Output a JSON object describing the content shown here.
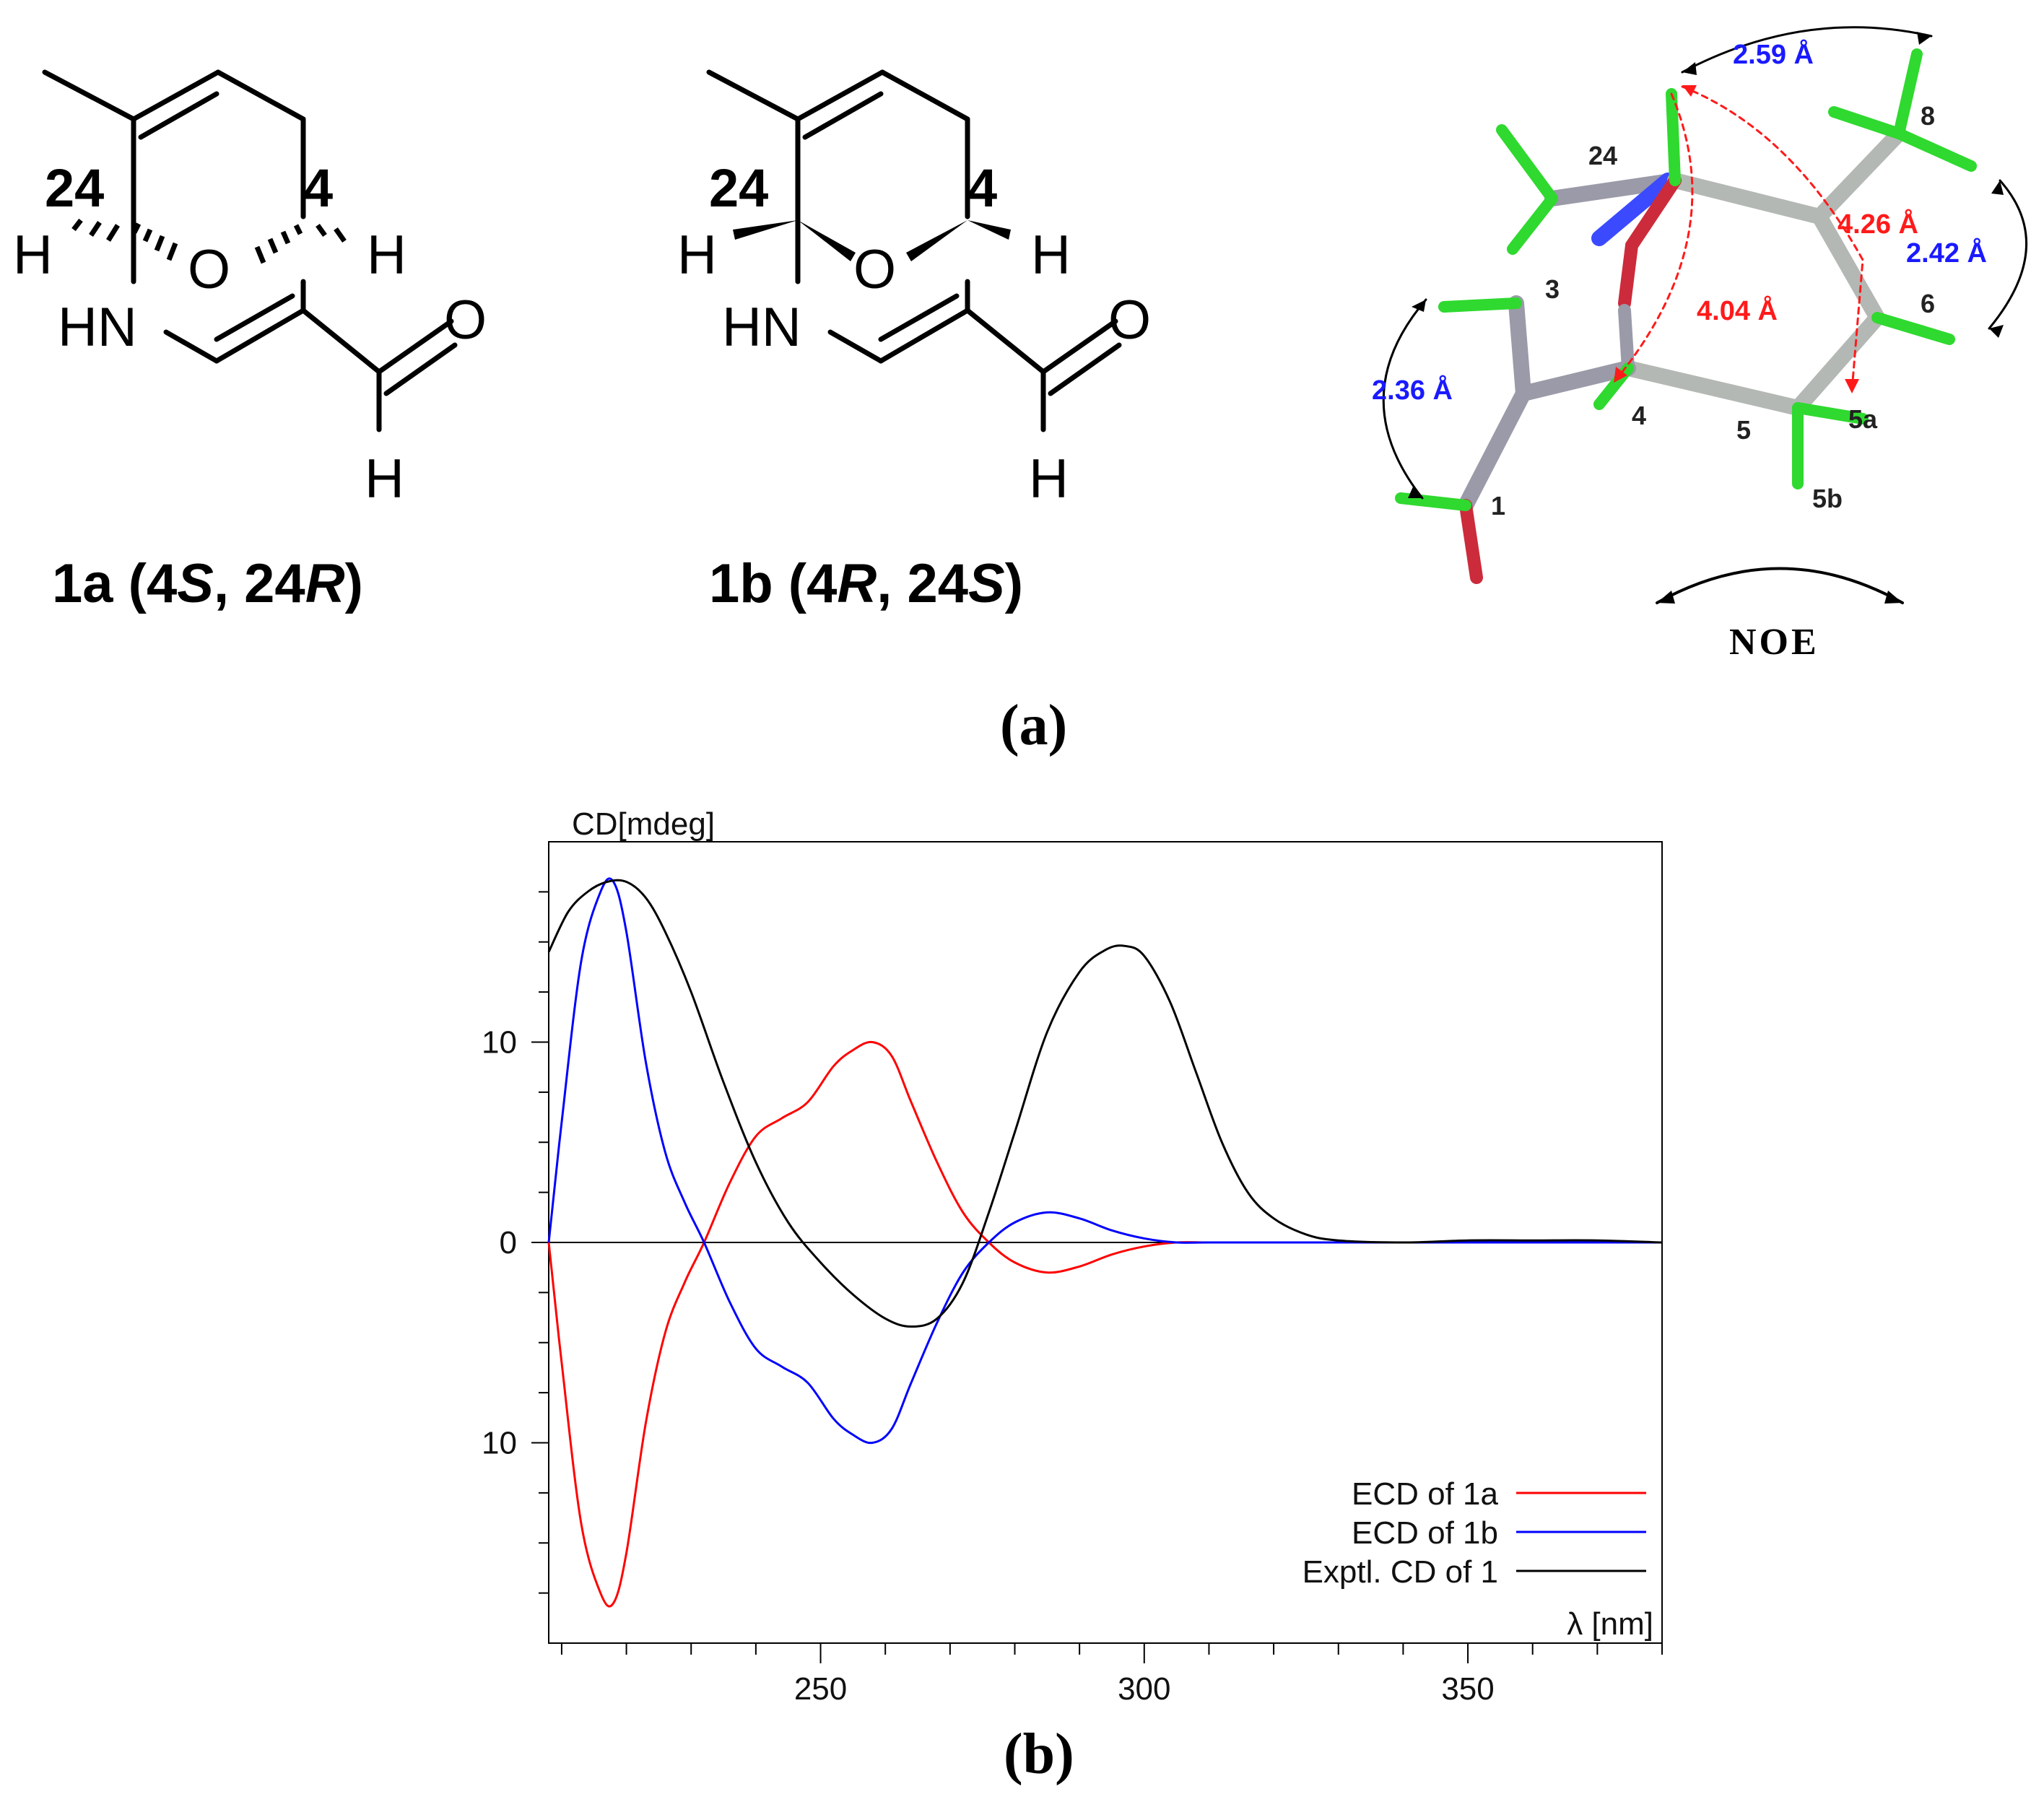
{
  "structures": {
    "s1a": {
      "num_24": "24",
      "num_4": "4",
      "atom_h_left": "H",
      "atom_h_right": "H",
      "atom_o": "O",
      "atom_hn": "HN",
      "atom_o_ald": "O",
      "atom_h_ald": "H",
      "caption_a": "1a (4",
      "caption_b": "S",
      "caption_c": ", 24",
      "caption_d": "R",
      "caption_e": ")"
    },
    "s1b": {
      "num_24": "24",
      "num_4": "4",
      "atom_h_left": "H",
      "atom_h_right": "H",
      "atom_o": "O",
      "atom_hn": "HN",
      "atom_o_ald": "O",
      "atom_h_ald": "H",
      "caption_a": "1b (4",
      "caption_b": "R",
      "caption_c": ", 24",
      "caption_d": "S",
      "caption_e": ")"
    }
  },
  "model3d": {
    "atom_labels": [
      "24",
      "3",
      "8",
      "6",
      "4",
      "5",
      "5a",
      "5b",
      "1"
    ],
    "distances": [
      {
        "text": "2.59 Å",
        "color": "#1a1aff"
      },
      {
        "text": "4.26 Å",
        "color": "#ff1a1a"
      },
      {
        "text": "2.42 Å",
        "color": "#1a1aff"
      },
      {
        "text": "4.04 Å",
        "color": "#ff1a1a"
      },
      {
        "text": "2.36 Å",
        "color": "#1a1aff"
      }
    ],
    "noe_label": "NOE"
  },
  "panel_labels": {
    "a": "(a)",
    "b": "(b)"
  },
  "chart_data": {
    "type": "line",
    "ylabel": "CD[mdeg]",
    "xlabel": "λ [nm]",
    "xlim": [
      208,
      380
    ],
    "ylim": [
      -20,
      20
    ],
    "xticks": [
      250,
      300,
      350
    ],
    "yticks": [
      {
        "value": 10,
        "label": "10"
      },
      {
        "value": 0,
        "label": "0"
      },
      {
        "value": -10,
        "label": "10"
      }
    ],
    "zero_line": true,
    "legend_position": "bottom-right",
    "series": [
      {
        "name": "ECD of 1a",
        "color": "#ff0000",
        "x": [
          208,
          210,
          213,
          216,
          218,
          220,
          223,
          226,
          229,
          232,
          236,
          240,
          244,
          248,
          252,
          255,
          258,
          261,
          264,
          268,
          272,
          276,
          280,
          285,
          290,
          295,
          300,
          305,
          310,
          320,
          340,
          380
        ],
        "y": [
          0,
          -6,
          -14,
          -17.5,
          -18,
          -15.5,
          -9,
          -4.5,
          -2,
          0,
          3,
          5.3,
          6.2,
          7,
          8.8,
          9.6,
          10,
          9.3,
          7,
          4,
          1.5,
          0,
          -1,
          -1.5,
          -1.2,
          -0.6,
          -0.2,
          0,
          0,
          0,
          0,
          0
        ]
      },
      {
        "name": "ECD of 1b",
        "color": "#0000ff",
        "x": [
          208,
          210,
          213,
          216,
          218,
          220,
          223,
          226,
          229,
          232,
          236,
          240,
          244,
          248,
          252,
          255,
          258,
          261,
          264,
          268,
          272,
          276,
          280,
          285,
          290,
          295,
          300,
          305,
          310,
          320,
          340,
          380
        ],
        "y": [
          0,
          6,
          14,
          17.5,
          18,
          15.5,
          9,
          4.5,
          2,
          0,
          -3,
          -5.3,
          -6.2,
          -7,
          -8.8,
          -9.6,
          -10,
          -9.3,
          -7,
          -4,
          -1.5,
          0,
          1,
          1.5,
          1.2,
          0.6,
          0.2,
          0,
          0,
          0,
          0,
          0
        ]
      },
      {
        "name": "Exptl. CD of 1",
        "color": "#000000",
        "x": [
          208,
          211,
          214,
          217,
          220,
          223,
          226,
          230,
          235,
          240,
          245,
          250,
          255,
          260,
          264,
          268,
          272,
          276,
          280,
          285,
          290,
          294,
          297,
          300,
          304,
          308,
          312,
          316,
          320,
          325,
          330,
          340,
          350,
          360,
          370,
          380
        ],
        "y": [
          14.5,
          16.5,
          17.5,
          18,
          18,
          17.2,
          15.5,
          12.5,
          8,
          4,
          1,
          -1,
          -2.6,
          -3.8,
          -4.2,
          -3.8,
          -2,
          1.5,
          5.5,
          10.5,
          13.5,
          14.6,
          14.8,
          14.3,
          12,
          8.5,
          5,
          2.5,
          1.2,
          0.4,
          0.1,
          0,
          0.1,
          0.1,
          0.1,
          0
        ]
      }
    ]
  }
}
